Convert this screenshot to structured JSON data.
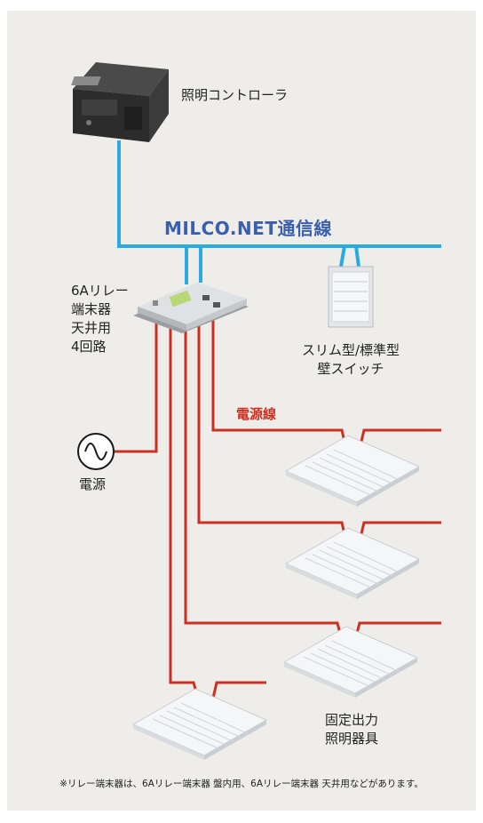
{
  "colors": {
    "panel_bg": "#efedea",
    "network_line": "#29aae1",
    "power_line": "#cc3021",
    "network_title": "#3a5fae"
  },
  "labels": {
    "controller": "照明コントローラ",
    "network": "MILCO.NET通信線",
    "relay_unit": "6Aリレー\n端末器\n天井用\n4回路",
    "wall_switch": "スリム型/標準型\n壁スイッチ",
    "power_line": "電源線",
    "power_source": "電源",
    "fixtures": "固定出力\n照明器具"
  },
  "footnote": "※リレー端末器は、6Aリレー端末器 盤内用、6Aリレー端末器 天井用などがあります。"
}
